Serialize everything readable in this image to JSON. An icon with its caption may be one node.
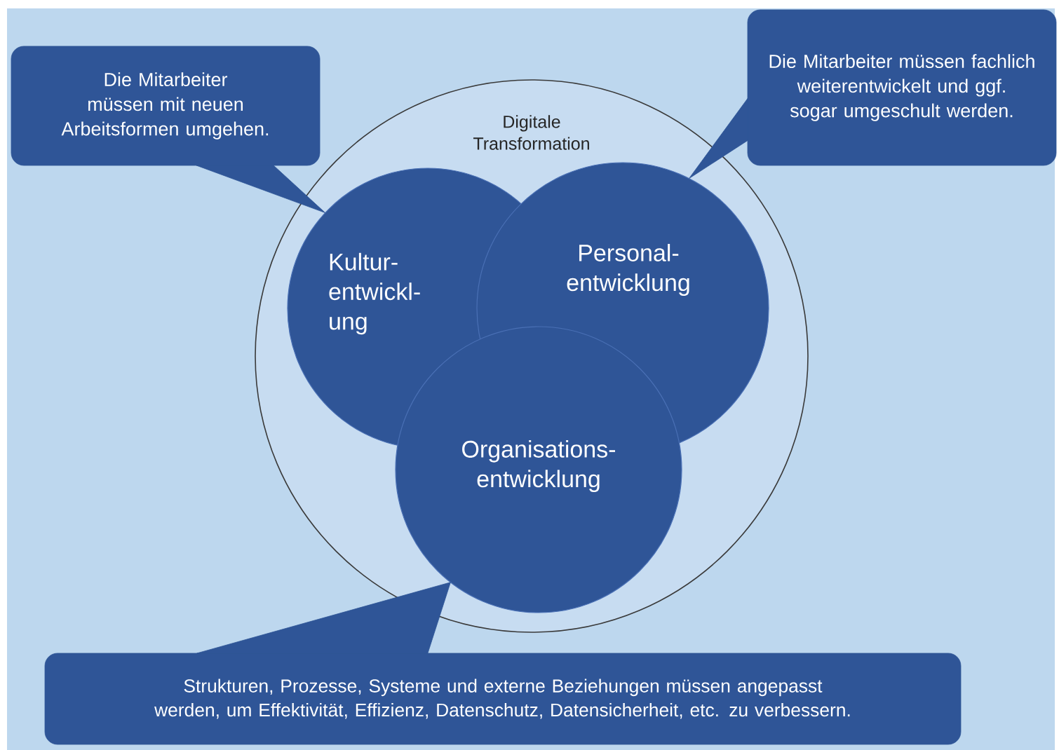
{
  "diagram": {
    "nodes": [
      {
        "text": [
          "Digitale Transformation"
        ]
      },
      {
        "text": [
          "Kultur- entwickl- ung"
        ],
        "in": 0
      },
      {
        "text": [
          "Personal- entwicklung"
        ],
        "in": 0
      },
      {
        "text": [
          "Organisations- entwicklung"
        ],
        "in": 0
      },
      {
        "text": [
          "Die Mitarbeiter müssen mit neuen Arbeitsformen umgehen."
        ]
      },
      {
        "text": [
          "Die Mitarbeiter müssen fachlich weiterentwickelt und ggf. sogar umgeschult werden."
        ]
      },
      {
        "text": [
          "Strukturen, Prozesse, Systeme und externe Beziehungen müssen angepasst werden, um Effektivität, Effizienz, Datenschutz, Datensicherheit, etc. zu verbessern."
        ]
      }
    ],
    "edges": [
      {
        "from": 4,
        "to": 1,
        "arrow": "none"
      },
      {
        "from": 5,
        "to": 2,
        "arrow": "none"
      },
      {
        "from": 6,
        "to": 3,
        "arrow": "none"
      }
    ]
  }
}
